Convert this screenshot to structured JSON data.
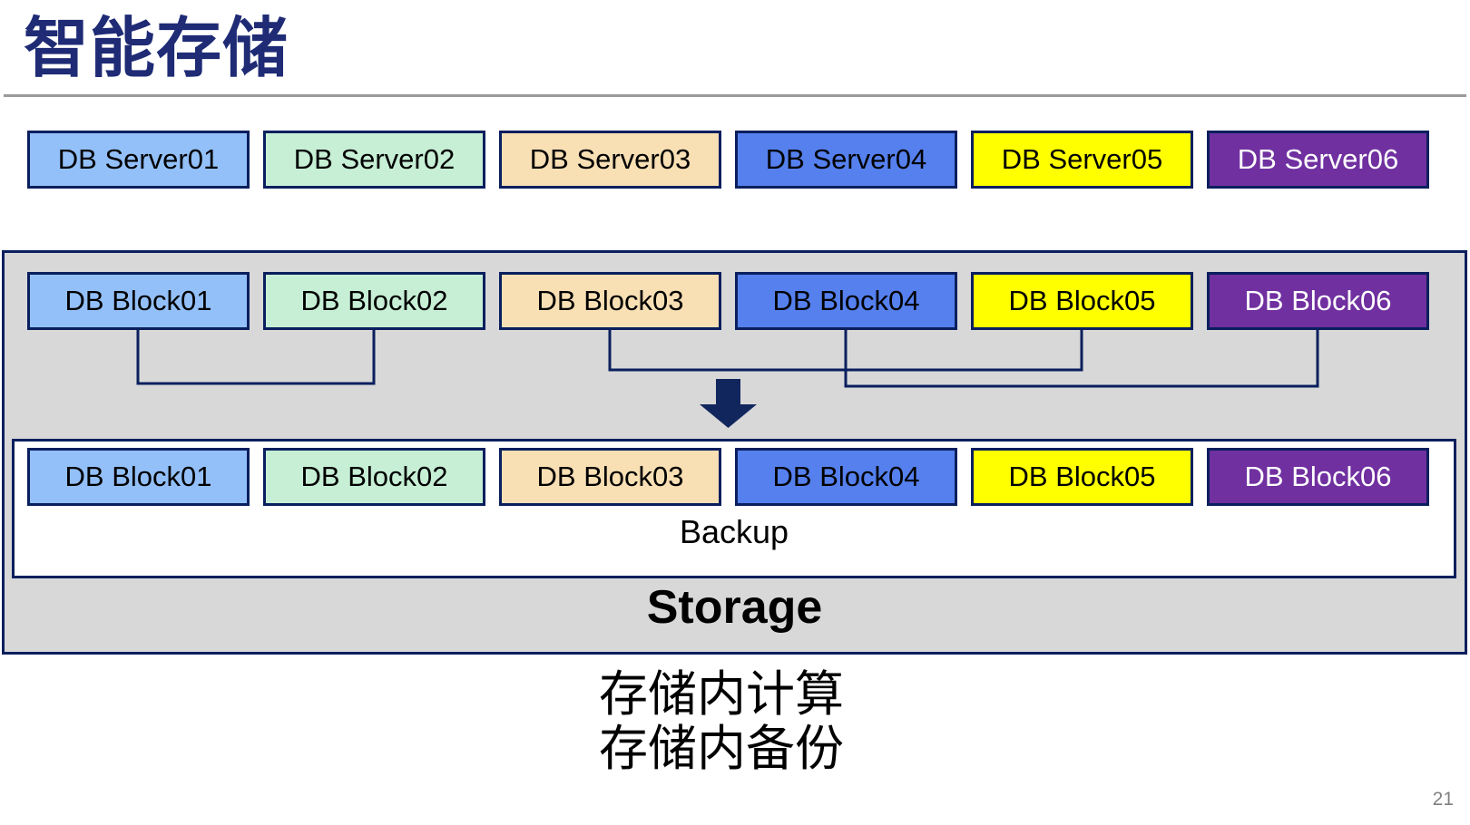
{
  "page": {
    "page_number": "21"
  },
  "title": {
    "text": "智能存储"
  },
  "palette": {
    "title_navy": "#1F2B75",
    "border_navy": "#0A1F5E",
    "arrow_navy": "#12265E",
    "container_gray": "#D8D8D8",
    "rule_gray": "#9A9A9A",
    "page_number_gray": "#808080",
    "box_fills": [
      "#93C0F9",
      "#C6EFD5",
      "#F8DFB4",
      "#5580EE",
      "#FFFF00",
      "#7030A0"
    ],
    "box_text_colors": [
      "#000000",
      "#000000",
      "#000000",
      "#000000",
      "#000000",
      "#FFFFFF"
    ]
  },
  "servers": [
    {
      "label": "DB Server01"
    },
    {
      "label": "DB Server02"
    },
    {
      "label": "DB Server03"
    },
    {
      "label": "DB Server04"
    },
    {
      "label": "DB Server05"
    },
    {
      "label": "DB Server06"
    }
  ],
  "storage": {
    "top_blocks": [
      "DB Block01",
      "DB Block02",
      "DB Block03",
      "DB Block04",
      "DB Block05",
      "DB Block06"
    ],
    "connections": [
      [
        "DB Block01",
        "DB Block02"
      ],
      [
        "DB Block03",
        "DB Block05"
      ],
      [
        "DB Block04",
        "DB Block06"
      ]
    ],
    "arrow": "down-arrow",
    "backup": {
      "blocks": [
        "DB Block01",
        "DB Block02",
        "DB Block03",
        "DB Block04",
        "DB Block05",
        "DB Block06"
      ],
      "label": "Backup"
    },
    "storage_label": "Storage"
  },
  "caption": {
    "line1": "存储内计算",
    "line2": "存储内备份"
  }
}
